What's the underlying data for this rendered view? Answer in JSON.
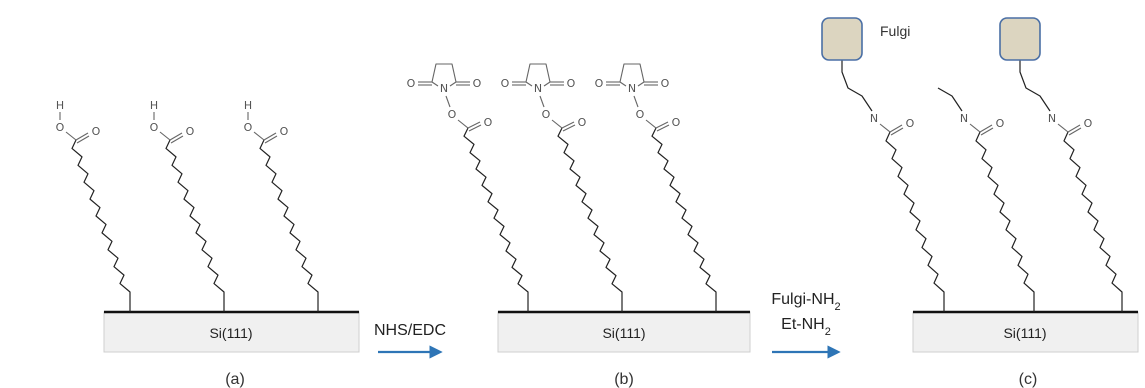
{
  "substrate": {
    "label": "Si(111)"
  },
  "panels": [
    {
      "id": "a",
      "label": "(a)"
    },
    {
      "id": "b",
      "label": "(b)"
    },
    {
      "id": "c",
      "label": "(c)"
    }
  ],
  "step1": {
    "reagent": "NHS/EDC"
  },
  "step2": {
    "reagent1": "Fulgi-NH",
    "reagent1_sub": "2",
    "reagent2": "Et-NH",
    "reagent2_sub": "2"
  },
  "atoms": {
    "H": "H",
    "O": "O",
    "N": "N"
  },
  "fulgi_label": "Fulgi",
  "colors": {
    "arrow": "#2e75b6",
    "substrate_fill": "#f0f0f0",
    "fulgi_fill": "#dcd5c0"
  }
}
